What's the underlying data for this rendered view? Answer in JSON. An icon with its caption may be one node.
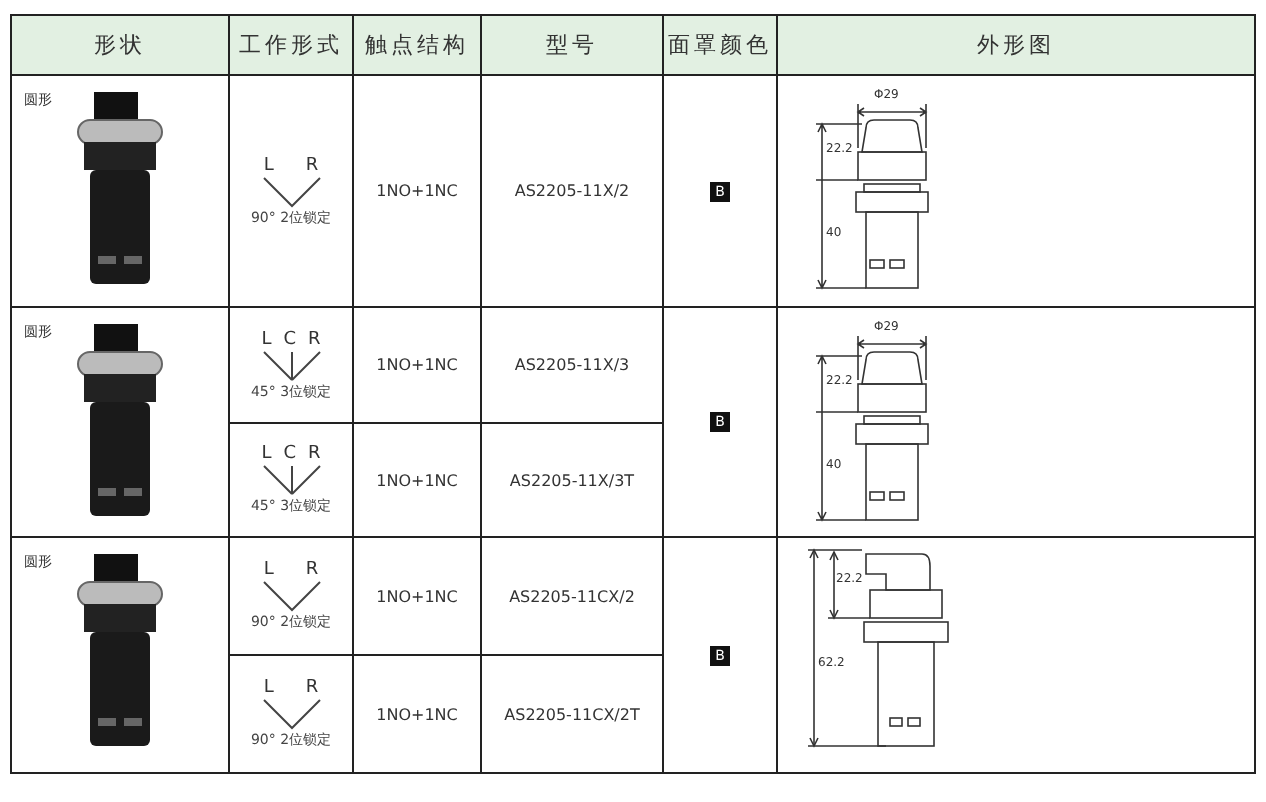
{
  "diagram": {
    "labels": [
      "形状",
      "工作形式",
      "触点结构",
      "型号",
      "面罩颜色",
      "外形图",
      "圆形",
      "L",
      "R",
      "90° 2位锁定",
      "1NO+1NC",
      "AS2205-11X/2",
      "B",
      "Φ29",
      "22.2",
      "40",
      "圆形",
      "L",
      "C",
      "R",
      "45° 3位锁定",
      "1NO+1NC",
      "AS2205-11X/3",
      "B",
      "Φ29",
      "22.2",
      "40",
      "L",
      "C",
      "R",
      "45° 3位锁定",
      "1NO+1NC",
      "AS2205-11X/3T",
      "圆形",
      "L",
      "R",
      "90° 2位锁定",
      "1NO+1NC",
      "AS2205-11CX/2",
      "B",
      "22.2",
      "62.2",
      "L",
      "R",
      "90° 2位锁定",
      "1NO+1NC",
      "AS2205-11CX/2T"
    ]
  }
}
